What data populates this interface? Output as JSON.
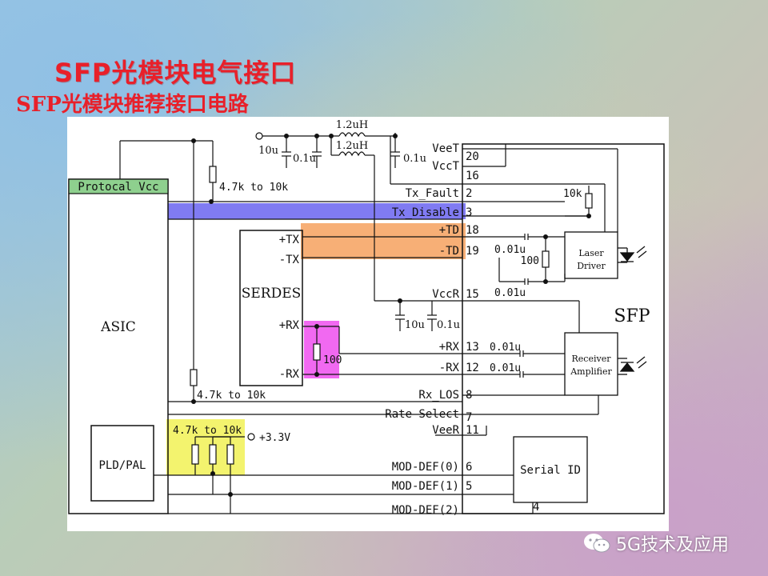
{
  "slide": {
    "title": "SFP光模块电气接口",
    "subtitle": "SFP光模块推荐接口电路"
  },
  "colors": {
    "title": "#e8202a",
    "protocal_vcc_fill": "#8ed08e",
    "tx_disable_band": "#6a64f0",
    "td_band": "#f6a15e",
    "rx_term_box": "#ee4fee",
    "pull_up_box": "#f2f25e"
  },
  "diagram": {
    "blocks": {
      "asic": "ASIC",
      "protocal_vcc": "Protocal Vcc",
      "serdes": "SERDES",
      "pld_pal": "PLD/PAL",
      "laser_driver_line1": "Laser",
      "laser_driver_line2": "Driver",
      "receiver_line1": "Receiver",
      "receiver_line2": "Amplifier",
      "sfp": "SFP",
      "serial_id": "Serial ID"
    },
    "serdes_pins": {
      "tx_p": "+TX",
      "tx_n": "-TX",
      "rx_p": "+RX",
      "rx_n": "-RX"
    },
    "sfp_pins": [
      {
        "name": "VeeT",
        "number": "20"
      },
      {
        "name": "VccT",
        "number": "16"
      },
      {
        "name": "Tx_Fault",
        "number": "2"
      },
      {
        "name": "Tx_Disable",
        "number": "3"
      },
      {
        "name": "+TD",
        "number": "18"
      },
      {
        "name": "-TD",
        "number": "19"
      },
      {
        "name": "VccR",
        "number": "15"
      },
      {
        "name": "+RX",
        "number": "13"
      },
      {
        "name": "-RX",
        "number": "12"
      },
      {
        "name": "Rx_LOS",
        "number": "8"
      },
      {
        "name": "Rate Select",
        "number": "7"
      },
      {
        "name": "VeeR",
        "number": "11"
      },
      {
        "name": "MOD-DEF(0)",
        "number": "6"
      },
      {
        "name": "MOD-DEF(1)",
        "number": "5"
      },
      {
        "name": "MOD-DEF(2)",
        "number": "4"
      }
    ],
    "components": {
      "pullup_top": "4.7k to 10k",
      "pullup_mid": "4.7k to 10k",
      "pullup_bank": "4.7k to 10k",
      "supply": "+3.3V",
      "inductor_1": "1.2uH",
      "inductor_2": "1.2uH",
      "cap_10u_top": "10u",
      "cap_01u_a": "0.1u",
      "cap_01u_b": "0.1u",
      "cap_10u_mid": "10u",
      "cap_01u_mid": "0.1u",
      "tx_fault_pullup": "10k",
      "tx_cap_p": "0.01u",
      "tx_cap_n": "0.01u",
      "tx_term": "100",
      "rx_cap_p": "0.01u",
      "rx_cap_n": "0.01u",
      "rx_term": "100"
    }
  },
  "watermark": {
    "text": "5G技术及应用",
    "icon": "wechat-icon"
  }
}
